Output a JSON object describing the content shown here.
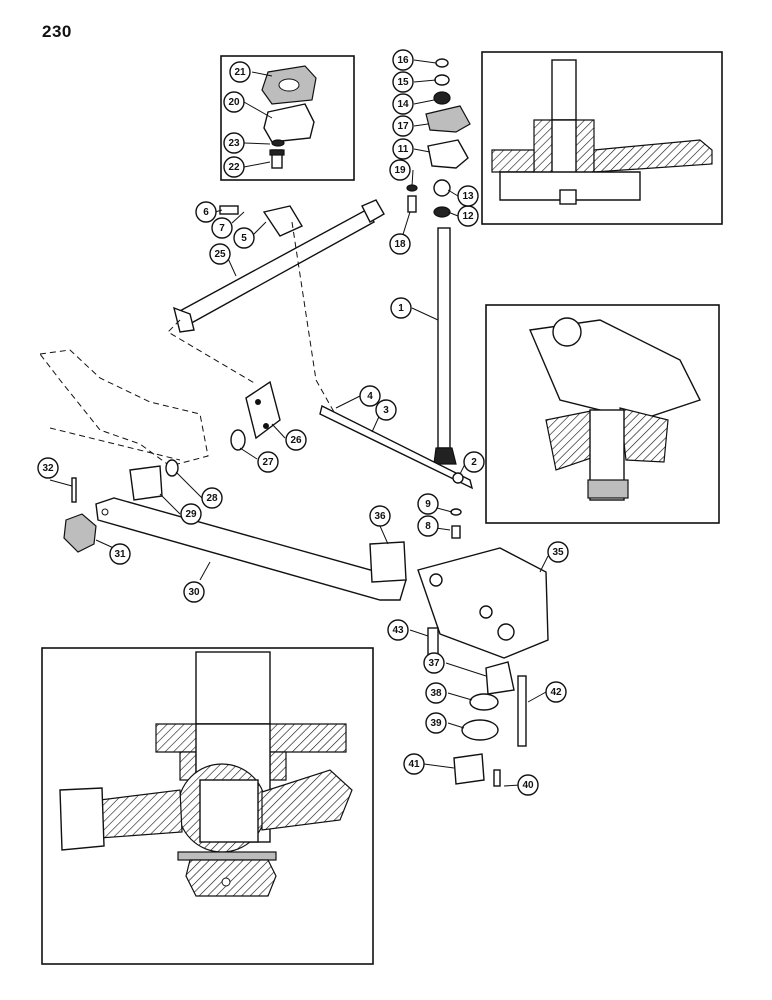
{
  "page": {
    "number": "230"
  },
  "callouts": [
    "1",
    "2",
    "3",
    "4",
    "5",
    "6",
    "7",
    "8",
    "9",
    "11",
    "12",
    "13",
    "14",
    "15",
    "16",
    "17",
    "18",
    "19",
    "20",
    "21",
    "22",
    "23",
    "25",
    "26",
    "27",
    "28",
    "29",
    "30",
    "31",
    "32",
    "35",
    "36",
    "37",
    "38",
    "39",
    "40",
    "41",
    "42",
    "43"
  ]
}
